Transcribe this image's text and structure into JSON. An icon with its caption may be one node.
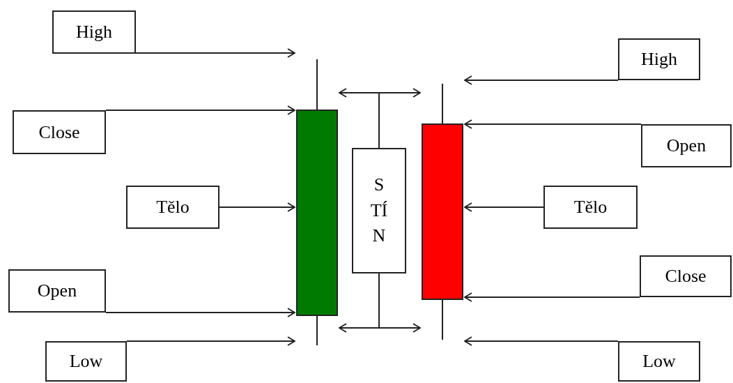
{
  "diagram": {
    "nodes": [
      {
        "text": [
          "High"
        ]
      },
      {
        "text": [
          "Close"
        ]
      },
      {
        "text": [
          "Tělo"
        ]
      },
      {
        "text": [
          "Open"
        ]
      },
      {
        "text": [
          "Low"
        ]
      },
      {
        "text": [],
        "shape": "bar"
      },
      {
        "text": [
          "STÍN"
        ]
      },
      {
        "text": [],
        "shape": "bar"
      },
      {
        "text": [
          "High"
        ]
      },
      {
        "text": [
          "Open"
        ]
      },
      {
        "text": [
          "Tělo"
        ]
      },
      {
        "text": [
          "Close"
        ]
      },
      {
        "text": [
          "Low"
        ]
      }
    ],
    "edges": [
      {
        "from": 0,
        "to": 5,
        "arrow": "to"
      },
      {
        "from": 1,
        "to": 5,
        "arrow": "to"
      },
      {
        "from": 2,
        "to": 5,
        "arrow": "to"
      },
      {
        "from": 3,
        "to": 5,
        "arrow": "to"
      },
      {
        "from": 4,
        "to": 5,
        "arrow": "to"
      },
      {
        "from": 6,
        "to": 5,
        "arrow": "to"
      },
      {
        "from": 6,
        "to": 7,
        "arrow": "to"
      },
      {
        "from": 6,
        "to": 5,
        "arrow": "to"
      },
      {
        "from": 6,
        "to": 7,
        "arrow": "to"
      },
      {
        "from": 8,
        "to": 7,
        "arrow": "to"
      },
      {
        "from": 9,
        "to": 7,
        "arrow": "to"
      },
      {
        "from": 10,
        "to": 7,
        "arrow": "to"
      },
      {
        "from": 11,
        "to": 7,
        "arrow": "to"
      },
      {
        "from": 12,
        "to": 7,
        "arrow": "to"
      }
    ]
  }
}
